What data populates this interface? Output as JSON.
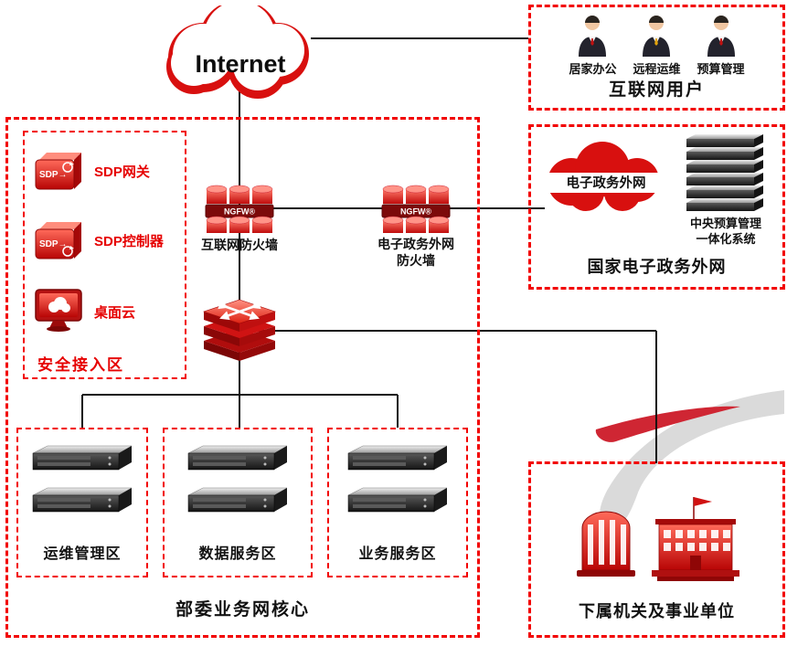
{
  "colors": {
    "border_red": "#f20000",
    "accent_red": "#e60000",
    "firewall_band": "#7c0a0a",
    "node_red": "#d8100f",
    "server_dark": "#2a2a2a",
    "swoosh_gray": "#dadada"
  },
  "internet": {
    "label": "Internet"
  },
  "internet_users": {
    "title": "互联网用户",
    "users": [
      "居家办公",
      "远程运维",
      "预算管理"
    ]
  },
  "egov": {
    "cloud_label": "电子政务外网",
    "system_label": "中央预算管理\n一体化系统",
    "title": "国家电子政务外网"
  },
  "core": {
    "title": "部委业务网核心",
    "sdp_icon_text": "SDP→",
    "firewall_badge": "NGFW®",
    "secure_zone": {
      "title": "安全接入区",
      "items": [
        "SDP网关",
        "SDP控制器",
        "桌面云"
      ]
    },
    "firewalls": [
      "互联网防火墙",
      "电子政务外网\n防火墙"
    ],
    "zones": [
      "运维管理区",
      "数据服务区",
      "业务服务区"
    ]
  },
  "branch": {
    "title": "下属机关及事业单位"
  }
}
